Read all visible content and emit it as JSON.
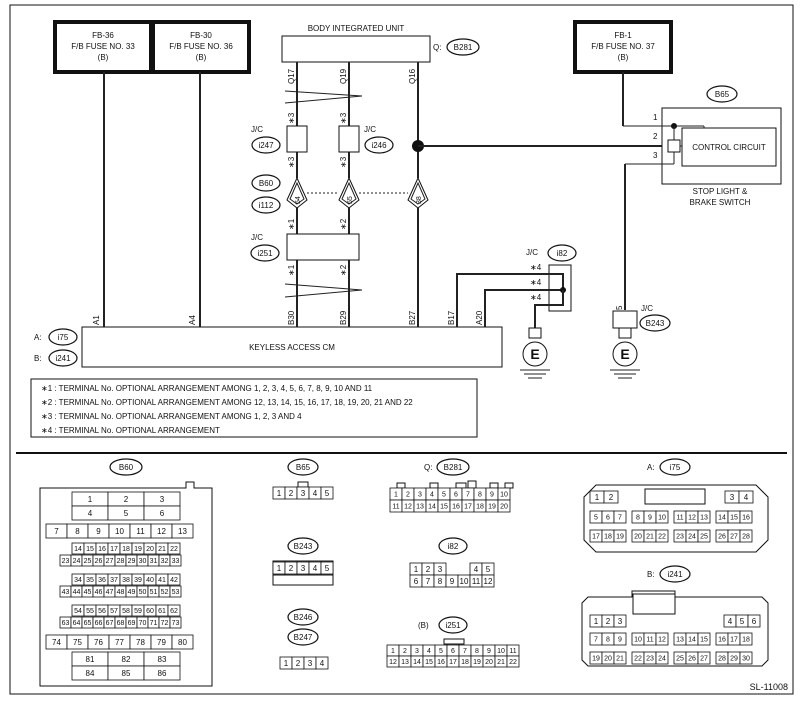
{
  "title": {
    "body_unit": "BODY INTEGRATED UNIT",
    "keyless": "KEYLESS ACCESS CM",
    "switch_line1": "STOP LIGHT &",
    "switch_line2": "BRAKE SWITCH",
    "control_circuit": "CONTROL CIRCUIT"
  },
  "fuses": [
    {
      "line1": "FB-36",
      "line2": "F/B FUSE NO. 33",
      "line3": "(B)"
    },
    {
      "line1": "FB-30",
      "line2": "F/B FUSE NO. 36",
      "line3": "(B)"
    },
    {
      "line1": "FB-1",
      "line2": "F/B FUSE NO. 37",
      "line3": "(B)"
    }
  ],
  "connectors": {
    "B281": "B281",
    "B65": "B65",
    "i247": "i247",
    "i246": "i246",
    "B60": "B60",
    "i112": "i112",
    "i251": "i251",
    "i82": "i82",
    "B243": "B243",
    "i75": "i75",
    "i241": "i241"
  },
  "labels": {
    "q_prefix": "Q:",
    "a_prefix": "A:",
    "b_prefix": "B:",
    "jc": "J/C",
    "b_paren": "(B)",
    "code": "SL-11008"
  },
  "pins": {
    "q17": "Q17",
    "q19": "Q19",
    "q16": "Q16",
    "p54": "54",
    "p55": "55",
    "p38": "38",
    "a1": "A1",
    "a4": "A4",
    "b30": "B30",
    "b29": "B29",
    "b27": "B27",
    "b17": "B17",
    "a20": "A20",
    "s1": "1",
    "s2": "2",
    "s3": "3",
    "s5": "5",
    "star1": "∗1",
    "star2": "∗2",
    "star3": "∗3",
    "star4": "∗4"
  },
  "notes": [
    "∗1 : TERMINAL No. OPTIONAL ARRANGEMENT AMONG 1, 2, 3, 4, 5, 6, 7, 8, 9, 10 AND 11",
    "∗2 : TERMINAL No. OPTIONAL ARRANGEMENT AMONG 12, 13, 14, 15, 16, 17, 18, 19, 20, 21 AND 22",
    "∗3 : TERMINAL No. OPTIONAL ARRANGEMENT AMONG 1, 2, 3 AND 4",
    "∗4 : TERMINAL No. OPTIONAL ARRANGEMENT"
  ],
  "ground": "E",
  "conn_titles": {
    "b60": "B60",
    "b65": "B65",
    "b281": "B281",
    "i75": "i75",
    "b243": "B243",
    "i82": "i82",
    "i241": "i241",
    "b246": "B246",
    "b247": "B247",
    "i251": "i251"
  },
  "b60_rows": [
    [
      "1",
      "2",
      "3"
    ],
    [
      "4",
      "5",
      "6"
    ],
    [
      "7",
      "8",
      "9",
      "10",
      "11",
      "12",
      "13"
    ],
    [
      "14",
      "15",
      "16",
      "17",
      "18",
      "19",
      "20",
      "21",
      "22"
    ],
    [
      "23",
      "24",
      "25",
      "26",
      "27",
      "28",
      "29",
      "30",
      "31",
      "32",
      "33"
    ],
    [
      "34",
      "35",
      "36",
      "37",
      "38",
      "39",
      "40",
      "41",
      "42"
    ],
    [
      "43",
      "44",
      "45",
      "46",
      "47",
      "48",
      "49",
      "50",
      "51",
      "52",
      "53"
    ],
    [
      "54",
      "55",
      "56",
      "57",
      "58",
      "59",
      "60",
      "61",
      "62"
    ],
    [
      "63",
      "64",
      "65",
      "66",
      "67",
      "68",
      "69",
      "70",
      "71",
      "72",
      "73"
    ],
    [
      "74",
      "75",
      "76",
      "77",
      "78",
      "79",
      "80"
    ],
    [
      "81",
      "82",
      "83"
    ],
    [
      "84",
      "85",
      "86"
    ]
  ],
  "b65_pins": [
    "1",
    "2",
    "3",
    "4",
    "5"
  ],
  "b243_pins": [
    "1",
    "2",
    "3",
    "4",
    "5"
  ],
  "b246_pins": [
    "1",
    "2",
    "3",
    "4"
  ],
  "b281_rows": [
    [
      "1",
      "2",
      "3",
      "4",
      "5",
      "6",
      "7",
      "8",
      "9",
      "10"
    ],
    [
      "11",
      "12",
      "13",
      "14",
      "15",
      "16",
      "17",
      "18",
      "19",
      "20"
    ]
  ],
  "i82_rows": [
    [
      "1",
      "2",
      "3",
      "4",
      "5"
    ],
    [
      "6",
      "7",
      "8",
      "9",
      "10",
      "11",
      "12"
    ]
  ],
  "i251_rows": [
    [
      "1",
      "2",
      "3",
      "4",
      "5",
      "6",
      "7",
      "8",
      "9",
      "10",
      "11"
    ],
    [
      "12",
      "13",
      "14",
      "15",
      "16",
      "17",
      "18",
      "19",
      "20",
      "21",
      "22"
    ]
  ],
  "i75_rows": [
    [
      "1",
      "2",
      "3",
      "4"
    ],
    [
      "5",
      "6",
      "7",
      "8",
      "9",
      "10",
      "11",
      "12",
      "13",
      "14",
      "15",
      "16"
    ],
    [
      "17",
      "18",
      "19",
      "20",
      "21",
      "22",
      "23",
      "24",
      "25",
      "26",
      "27",
      "28"
    ]
  ],
  "i241_rows": [
    [
      "1",
      "2",
      "3",
      "4",
      "5",
      "6"
    ],
    [
      "7",
      "8",
      "9",
      "10",
      "11",
      "12",
      "13",
      "14",
      "15",
      "16",
      "17",
      "18"
    ],
    [
      "19",
      "20",
      "21",
      "22",
      "23",
      "24",
      "25",
      "26",
      "27",
      "28",
      "29",
      "30"
    ]
  ]
}
